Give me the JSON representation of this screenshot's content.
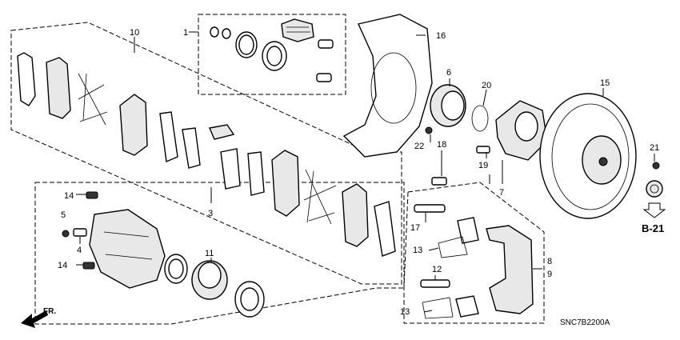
{
  "callouts": {
    "c1": "1",
    "c3": "3",
    "c4": "4",
    "c5": "5",
    "c6": "6",
    "c7": "7",
    "c8": "8",
    "c9": "9",
    "c10": "10",
    "c11": "11",
    "c12": "12",
    "c13a": "13",
    "c13b": "13",
    "c14a": "14",
    "c14b": "14",
    "c15": "15",
    "c16": "16",
    "c17": "17",
    "c18": "18",
    "c19": "19",
    "c20": "20",
    "c21": "21",
    "c22": "22"
  },
  "reference_link": "B-21",
  "direction_label": "FR.",
  "diagram_code": "SNC7B2200A"
}
